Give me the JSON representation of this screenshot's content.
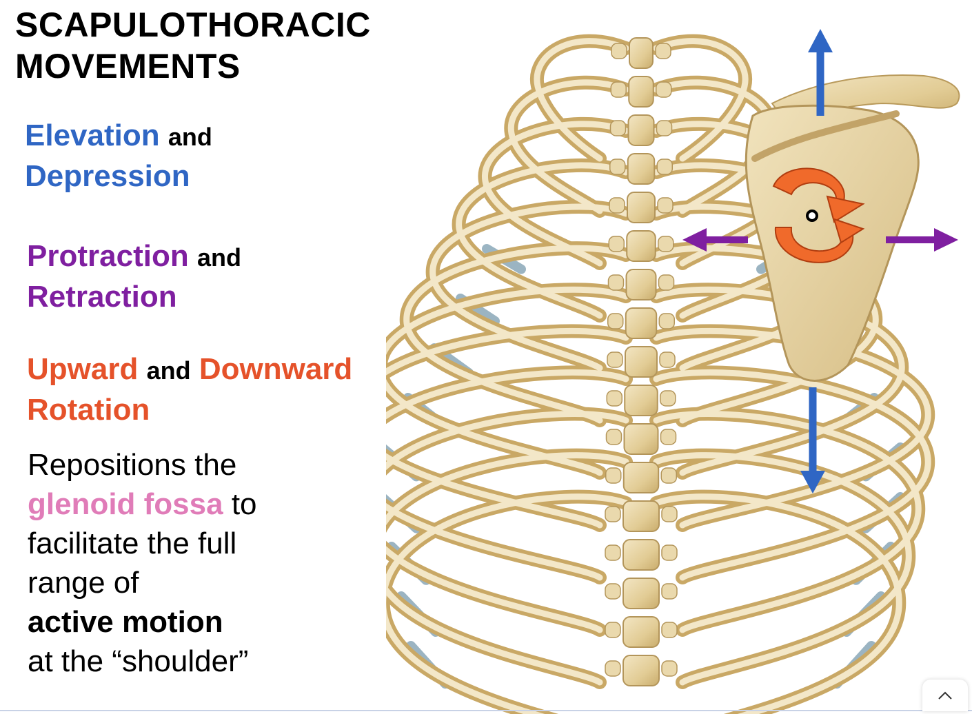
{
  "title": {
    "line1": "SCAPULOTHORACIC",
    "line2": "MOVEMENTS"
  },
  "movements": [
    {
      "first": "Elevation",
      "connector": "and",
      "second": "Depression",
      "color": "#2f66c4"
    },
    {
      "first": "Protraction",
      "connector": "and",
      "second": "Retraction",
      "color": "#7f1fa0"
    },
    {
      "first": "Upward",
      "connector": "and",
      "second": "Downward",
      "third": "Rotation",
      "color": "#e5522a"
    }
  ],
  "description": {
    "line1": "Repositions the",
    "highlight": "glenoid fossa",
    "after_highlight": " to",
    "line3": "facilitate the full",
    "line4": "range of",
    "bold": "active motion",
    "line6": "at the “shoulder”",
    "highlight_color": "#e07cb8"
  },
  "colors": {
    "elevation_arrows": "#2f66c4",
    "protraction_arrows": "#7f1fa0",
    "rotation_arrow": "#f06a2b",
    "bone": "#e6d3a3",
    "cartilage": "#8aa8b8"
  },
  "icons": {
    "scroll": "chevron-up-icon"
  }
}
